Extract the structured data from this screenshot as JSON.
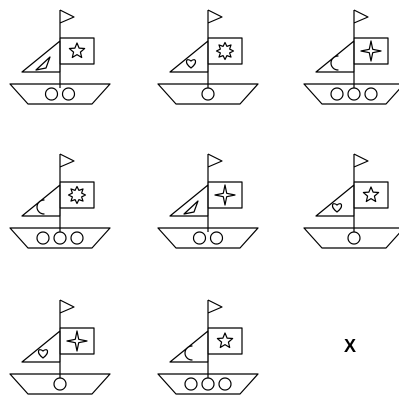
{
  "puzzle": {
    "boats": [
      {
        "sail_symbol": "triangle",
        "flag_symbol": "star-5",
        "portholes": 2
      },
      {
        "sail_symbol": "heart",
        "flag_symbol": "star-8",
        "portholes": 1
      },
      {
        "sail_symbol": "crescent",
        "flag_symbol": "star-4",
        "portholes": 3
      },
      {
        "sail_symbol": "crescent",
        "flag_symbol": "star-8",
        "portholes": 3
      },
      {
        "sail_symbol": "triangle",
        "flag_symbol": "star-4",
        "portholes": 2
      },
      {
        "sail_symbol": "heart",
        "flag_symbol": "star-5",
        "portholes": 1
      },
      {
        "sail_symbol": "heart",
        "flag_symbol": "star-4",
        "portholes": 1
      },
      {
        "sail_symbol": "crescent",
        "flag_symbol": "star-5",
        "portholes": 3
      }
    ],
    "missing_label": "X"
  },
  "colors": {
    "stroke": "#000000",
    "background": "#ffffff"
  }
}
